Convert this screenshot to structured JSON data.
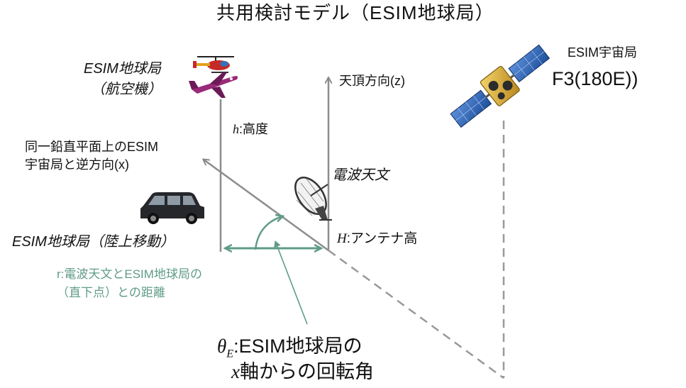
{
  "title": "共用検討モデル（ESIM地球局）",
  "satellite": {
    "label": "ESIM宇宙局",
    "position": "F3(180E))"
  },
  "aircraft": {
    "label": "ESIM地球局",
    "sub": "（航空機）"
  },
  "zenith_label": "天頂方向(z)",
  "height_symbol": "h",
  "height_label": ":高度",
  "x_direction": {
    "line1": "同一鉛直平面上のESIM",
    "line2": "宇宙局と逆方向(x)"
  },
  "radio_astronomy_label": "電波天文",
  "land_label": "ESIM地球局（陸上移動）",
  "antenna_symbol": "H",
  "antenna_label": ":アンテナ高",
  "distance": {
    "line1": "r:電波天文とESIM地球局の",
    "line2": "（直下点）との距離"
  },
  "rotation": {
    "symbol": "θ",
    "subscript": "E",
    "line1_rest": ":ESIM地球局の",
    "axis": "x",
    "line2_rest": "軸からの回転角"
  },
  "colors": {
    "accent_green": "#5f9c86",
    "line_gray": "#8c8c8c",
    "dash_gray": "#999999"
  },
  "icons": [
    "helicopter-icon",
    "airplane-icon",
    "car-icon",
    "satellite-dish-icon",
    "satellite-icon"
  ]
}
